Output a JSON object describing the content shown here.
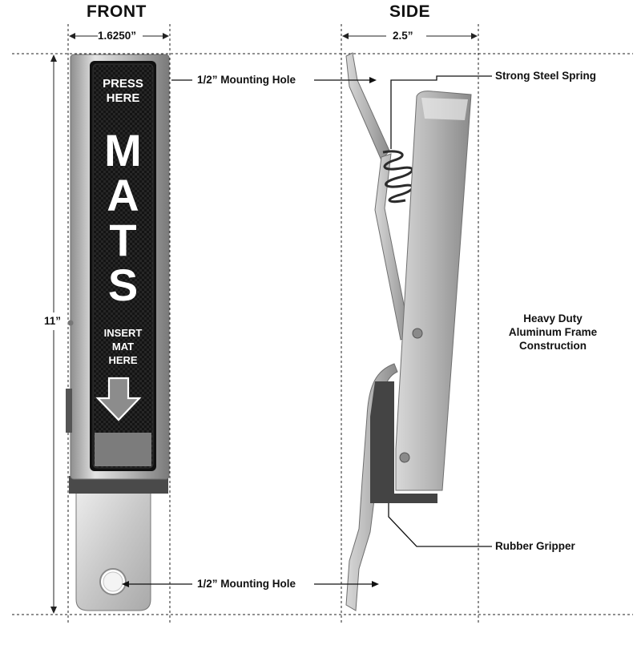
{
  "headings": {
    "front": "FRONT",
    "side": "SIDE"
  },
  "dimensions": {
    "front_width": "1.6250”",
    "side_width": "2.5”",
    "height": "11”"
  },
  "callouts": {
    "mounting_hole_top": "1/2” Mounting Hole",
    "mounting_hole_bottom": "1/2” Mounting Hole",
    "spring": "Strong Steel Spring",
    "frame_line1": "Heavy Duty",
    "frame_line2": "Aluminum Frame",
    "frame_line3": "Construction",
    "gripper": "Rubber Gripper"
  },
  "product_label": {
    "press_line1": "PRESS",
    "press_line2": "HERE",
    "brand_letters": [
      "M",
      "A",
      "T",
      "S"
    ],
    "insert_line1": "INSERT",
    "insert_line2": "MAT",
    "insert_line3": "HERE",
    "arrow_icon": "down-arrow-icon"
  },
  "colors": {
    "panel": "#161616",
    "frame": "#b9b9b9",
    "rubber": "#444444",
    "dims": "#222222"
  }
}
